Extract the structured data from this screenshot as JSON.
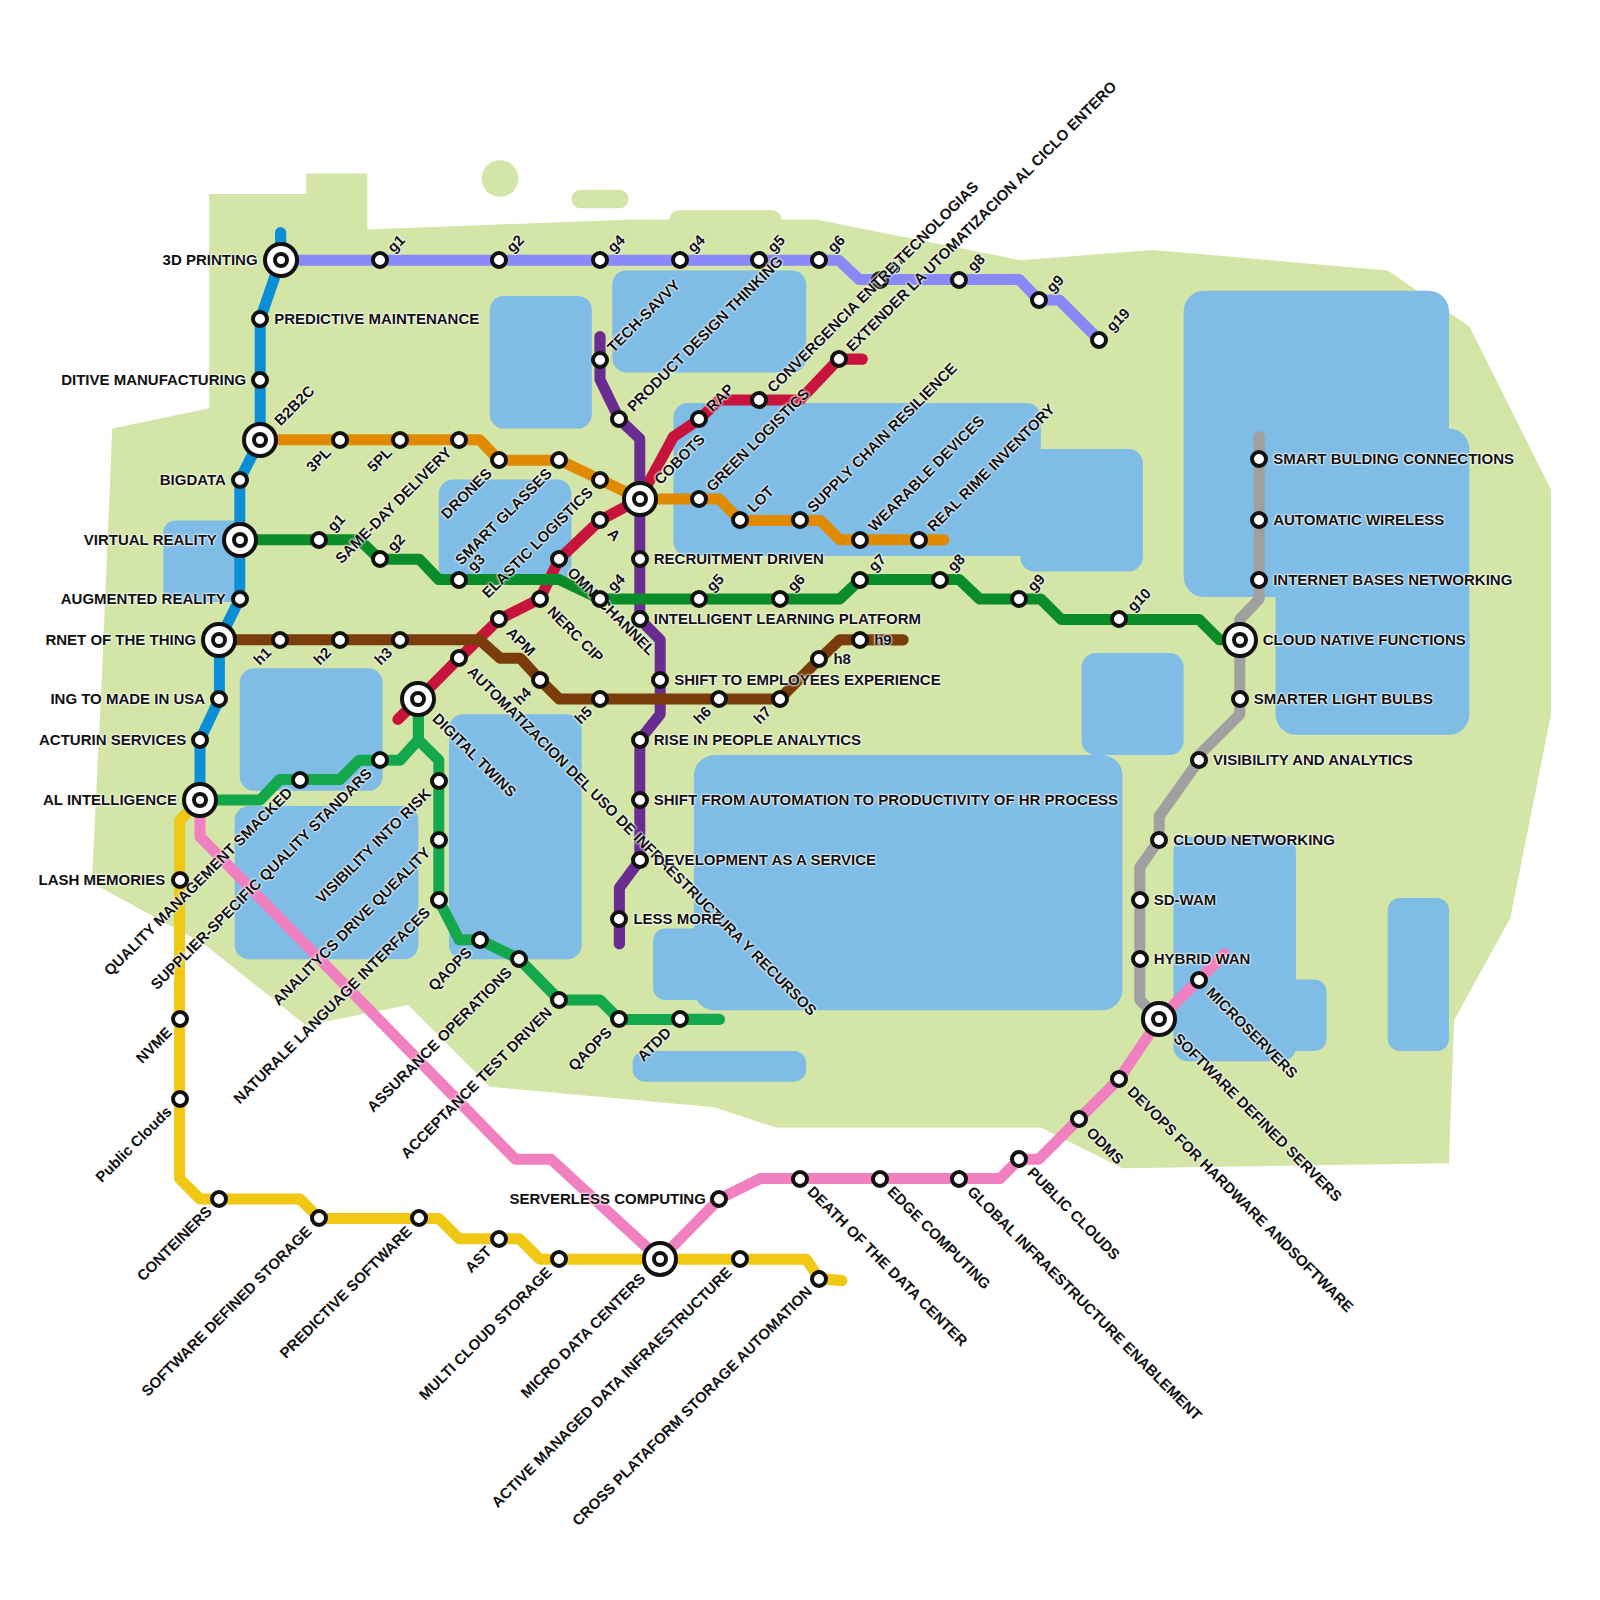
{
  "diagram": {
    "nodes": [
      {
        "text": [
          "3D PRINTING"
        ]
      },
      {
        "text": [
          "PREDICTIVE MAINTENANCE"
        ]
      },
      {
        "text": [
          "DITIVE MANUFACTURING"
        ]
      },
      {
        "text": [
          "B2B2C"
        ]
      },
      {
        "text": [
          "BIGDATA"
        ]
      },
      {
        "text": [
          "VIRTUAL REALITY"
        ]
      },
      {
        "text": [
          "AUGMENTED REALITY"
        ]
      },
      {
        "text": [
          "RNET OF THE THING"
        ]
      },
      {
        "text": [
          "ING TO MADE IN USA"
        ]
      },
      {
        "text": [
          "ACTURIN SERVICES"
        ]
      },
      {
        "text": [
          "AL INTELLIGENCE"
        ]
      },
      {
        "text": [
          "g1"
        ]
      },
      {
        "text": [
          "g2"
        ]
      },
      {
        "text": [
          "g4"
        ]
      },
      {
        "text": [
          "g4"
        ]
      },
      {
        "text": [
          "g5"
        ]
      },
      {
        "text": [
          "g6"
        ]
      },
      {
        "text": [
          "g7"
        ]
      },
      {
        "text": [
          "g8"
        ]
      },
      {
        "text": [
          "g9"
        ]
      },
      {
        "text": [
          "g19"
        ]
      },
      {
        "text": [
          "3PL"
        ]
      },
      {
        "text": [
          "5PL"
        ]
      },
      {
        "text": [
          "SAME-DAY DELIVERY"
        ]
      },
      {
        "text": [
          "DRONES"
        ]
      },
      {
        "text": [
          "SMART GLASSES"
        ]
      },
      {
        "text": [
          "ELASTIC LOGISTICS"
        ]
      },
      {
        "text": [
          "COBOTS"
        ]
      },
      {
        "text": [
          "GREEN LOGISTICS"
        ]
      },
      {
        "text": [
          "LOT"
        ]
      },
      {
        "text": [
          "SUPPLY CHAIN RESILIENCE"
        ]
      },
      {
        "text": [
          "WEARABLE DEVICES"
        ]
      },
      {
        "text": [
          "REAL RIME INVENTORY"
        ]
      },
      {
        "text": [
          "DIGITAL TWINS"
        ]
      },
      {
        "text": [
          "AUTOMATIZACION DEL USO DE INFRAESTRUCTURA Y RECURSOS"
        ]
      },
      {
        "text": [
          "APM"
        ]
      },
      {
        "text": [
          "NERC CIP"
        ]
      },
      {
        "text": [
          "OMNI CHANNEL"
        ]
      },
      {
        "text": [
          "A"
        ]
      },
      {
        "text": [
          "RAP"
        ]
      },
      {
        "text": [
          "CONVERGENCIA ENTRE TECNOLOGIAS"
        ]
      },
      {
        "text": [
          "EXTENDER LA UTOMATIZACION AL CICLO ENTERO"
        ]
      },
      {
        "text": [
          "TECH-SAVVY"
        ]
      },
      {
        "text": [
          "PRODUCT DESIGN THINKING"
        ]
      },
      {
        "text": [
          "RECRUITMENT DRIVEN"
        ]
      },
      {
        "text": [
          "INTELLIGENT LEARNING PLATFORM"
        ]
      },
      {
        "text": [
          "SHIFT TO EMPLOYEES EXPERIENCE"
        ]
      },
      {
        "text": [
          "RISE IN PEOPLE ANALYTICS"
        ]
      },
      {
        "text": [
          "SHIFT FROM AUTOMATION TO PRODUCTIVITY OF HR PROCESS"
        ]
      },
      {
        "text": [
          "DEVELOPMENT AS A SERVICE"
        ]
      },
      {
        "text": [
          "LESS MORE"
        ]
      },
      {
        "text": [
          "g1"
        ]
      },
      {
        "text": [
          "g2"
        ]
      },
      {
        "text": [
          "g3"
        ]
      },
      {
        "text": [
          "g4"
        ]
      },
      {
        "text": [
          "g5"
        ]
      },
      {
        "text": [
          "g6"
        ]
      },
      {
        "text": [
          "g7"
        ]
      },
      {
        "text": [
          "g8"
        ]
      },
      {
        "text": [
          "g9"
        ]
      },
      {
        "text": [
          "g10"
        ]
      },
      {
        "text": [
          "CLOUD NATIVE FUNCTIONS"
        ]
      },
      {
        "text": [
          "h1"
        ]
      },
      {
        "text": [
          "h2"
        ]
      },
      {
        "text": [
          "h3"
        ]
      },
      {
        "text": [
          "h4"
        ]
      },
      {
        "text": [
          "h5"
        ]
      },
      {
        "text": [
          "h6"
        ]
      },
      {
        "text": [
          "h7"
        ]
      },
      {
        "text": [
          "h8"
        ]
      },
      {
        "text": [
          "h9"
        ]
      },
      {
        "text": [
          "QUALITY MANAGEMENT SMACKED"
        ]
      },
      {
        "text": [
          "SUPPLIER-SPECIFIC QUALITY STANDARS"
        ]
      },
      {
        "text": [
          "VISIBILITY INTO RISK"
        ]
      },
      {
        "text": [
          "ANALITYCS DRIVE QUEALITY"
        ]
      },
      {
        "text": [
          "NATURALE LANGUAGE INTERFACES"
        ]
      },
      {
        "text": [
          "QAOPS"
        ]
      },
      {
        "text": [
          "ASSURANCE OPERATIONS"
        ]
      },
      {
        "text": [
          "ACCEPTANCE TEST DRIVEN"
        ]
      },
      {
        "text": [
          "QAOPS"
        ]
      },
      {
        "text": [
          "ATDD"
        ]
      },
      {
        "text": [
          "LASH MEMORIES"
        ]
      },
      {
        "text": [
          "NVME"
        ]
      },
      {
        "text": [
          "Public Clouds"
        ]
      },
      {
        "text": [
          "CONTEINERS"
        ]
      },
      {
        "text": [
          "SOFTWARE DEFINED STORAGE"
        ]
      },
      {
        "text": [
          "PREDICTIVE SOFTWARE"
        ]
      },
      {
        "text": [
          "AST"
        ]
      },
      {
        "text": [
          "MULTI CLOUD STORAGE"
        ]
      },
      {
        "text": [
          "MICRO DATA CENTERS"
        ]
      },
      {
        "text": [
          "ACTIVE MANAGED DATA INFRAESTRUCTURE"
        ]
      },
      {
        "text": [
          "CROSS PLATAFORM STORAGE AUTOMATION"
        ]
      },
      {
        "text": [
          "SERVERLESS COMPUTING"
        ]
      },
      {
        "text": [
          "DEATH OF THE DATA CENTER"
        ]
      },
      {
        "text": [
          "EDGE COMPUTING"
        ]
      },
      {
        "text": [
          "GLOBAL INFRAESTRUCTURE ENABLEMENT"
        ]
      },
      {
        "text": [
          "PUBLIC CLOUDS"
        ]
      },
      {
        "text": [
          "ODMS"
        ]
      },
      {
        "text": [
          "DEVOPS FOR HARDWARE ANDSOFTWARE"
        ]
      },
      {
        "text": [
          "SOFTWARE DEFINED SERVERS"
        ]
      },
      {
        "text": [
          "MICROSERVERS"
        ]
      },
      {
        "text": [
          "SMART BULDING CONNECTIONS"
        ]
      },
      {
        "text": [
          "AUTOMATIC WIRELESS"
        ]
      },
      {
        "text": [
          "INTERNET BASES NETWORKING"
        ]
      },
      {
        "text": [
          "SMARTER LIGHT BULBS"
        ]
      },
      {
        "text": [
          "VISIBILITY AND ANALYTICS"
        ]
      },
      {
        "text": [
          "CLOUD NETWORKING"
        ]
      },
      {
        "text": [
          "SD-WAM"
        ]
      },
      {
        "text": [
          "HYBRID WAN"
        ]
      }
    ],
    "edges": [
      {
        "from": 0,
        "to": 1,
        "arrow": "none"
      },
      {
        "from": 1,
        "to": 2,
        "arrow": "none"
      },
      {
        "from": 2,
        "to": 3,
        "arrow": "none"
      },
      {
        "from": 3,
        "to": 4,
        "arrow": "none"
      },
      {
        "from": 4,
        "to": 5,
        "arrow": "none"
      },
      {
        "from": 5,
        "to": 6,
        "arrow": "none"
      },
      {
        "from": 6,
        "to": 7,
        "arrow": "none"
      },
      {
        "from": 7,
        "to": 8,
        "arrow": "none"
      },
      {
        "from": 8,
        "to": 9,
        "arrow": "none"
      },
      {
        "from": 9,
        "to": 10,
        "arrow": "none"
      },
      {
        "from": 0,
        "to": 11,
        "arrow": "none"
      },
      {
        "from": 11,
        "to": 12,
        "arrow": "none"
      },
      {
        "from": 12,
        "to": 13,
        "arrow": "none"
      },
      {
        "from": 13,
        "to": 14,
        "arrow": "none"
      },
      {
        "from": 14,
        "to": 15,
        "arrow": "none"
      },
      {
        "from": 15,
        "to": 16,
        "arrow": "none"
      },
      {
        "from": 16,
        "to": 17,
        "arrow": "none"
      },
      {
        "from": 17,
        "to": 18,
        "arrow": "none"
      },
      {
        "from": 18,
        "to": 19,
        "arrow": "none"
      },
      {
        "from": 19,
        "to": 20,
        "arrow": "none"
      },
      {
        "from": 3,
        "to": 21,
        "arrow": "none"
      },
      {
        "from": 21,
        "to": 22,
        "arrow": "none"
      },
      {
        "from": 22,
        "to": 23,
        "arrow": "none"
      },
      {
        "from": 23,
        "to": 24,
        "arrow": "none"
      },
      {
        "from": 24,
        "to": 25,
        "arrow": "none"
      },
      {
        "from": 25,
        "to": 26,
        "arrow": "none"
      },
      {
        "from": 26,
        "to": 27,
        "arrow": "none"
      },
      {
        "from": 27,
        "to": 28,
        "arrow": "none"
      },
      {
        "from": 28,
        "to": 29,
        "arrow": "none"
      },
      {
        "from": 29,
        "to": 30,
        "arrow": "none"
      },
      {
        "from": 30,
        "to": 31,
        "arrow": "none"
      },
      {
        "from": 31,
        "to": 32,
        "arrow": "none"
      },
      {
        "from": 33,
        "to": 34,
        "arrow": "none"
      },
      {
        "from": 34,
        "to": 35,
        "arrow": "none"
      },
      {
        "from": 35,
        "to": 36,
        "arrow": "none"
      },
      {
        "from": 36,
        "to": 37,
        "arrow": "none"
      },
      {
        "from": 37,
        "to": 38,
        "arrow": "none"
      },
      {
        "from": 38,
        "to": 27,
        "arrow": "none"
      },
      {
        "from": 27,
        "to": 39,
        "arrow": "none"
      },
      {
        "from": 39,
        "to": 40,
        "arrow": "none"
      },
      {
        "from": 40,
        "to": 41,
        "arrow": "none"
      },
      {
        "from": 42,
        "to": 43,
        "arrow": "none"
      },
      {
        "from": 43,
        "to": 27,
        "arrow": "none"
      },
      {
        "from": 27,
        "to": 44,
        "arrow": "none"
      },
      {
        "from": 44,
        "to": 45,
        "arrow": "none"
      },
      {
        "from": 45,
        "to": 46,
        "arrow": "none"
      },
      {
        "from": 46,
        "to": 47,
        "arrow": "none"
      },
      {
        "from": 47,
        "to": 48,
        "arrow": "none"
      },
      {
        "from": 48,
        "to": 49,
        "arrow": "none"
      },
      {
        "from": 49,
        "to": 50,
        "arrow": "none"
      },
      {
        "from": 5,
        "to": 51,
        "arrow": "none"
      },
      {
        "from": 51,
        "to": 52,
        "arrow": "none"
      },
      {
        "from": 52,
        "to": 53,
        "arrow": "none"
      },
      {
        "from": 53,
        "to": 54,
        "arrow": "none"
      },
      {
        "from": 54,
        "to": 55,
        "arrow": "none"
      },
      {
        "from": 55,
        "to": 56,
        "arrow": "none"
      },
      {
        "from": 56,
        "to": 57,
        "arrow": "none"
      },
      {
        "from": 57,
        "to": 58,
        "arrow": "none"
      },
      {
        "from": 58,
        "to": 59,
        "arrow": "none"
      },
      {
        "from": 59,
        "to": 60,
        "arrow": "none"
      },
      {
        "from": 60,
        "to": 61,
        "arrow": "none"
      },
      {
        "from": 7,
        "to": 62,
        "arrow": "none"
      },
      {
        "from": 62,
        "to": 63,
        "arrow": "none"
      },
      {
        "from": 63,
        "to": 64,
        "arrow": "none"
      },
      {
        "from": 64,
        "to": 65,
        "arrow": "none"
      },
      {
        "from": 65,
        "to": 66,
        "arrow": "none"
      },
      {
        "from": 66,
        "to": 67,
        "arrow": "none"
      },
      {
        "from": 67,
        "to": 68,
        "arrow": "none"
      },
      {
        "from": 68,
        "to": 69,
        "arrow": "none"
      },
      {
        "from": 69,
        "to": 70,
        "arrow": "none"
      },
      {
        "from": 10,
        "to": 71,
        "arrow": "none"
      },
      {
        "from": 71,
        "to": 72,
        "arrow": "none"
      },
      {
        "from": 72,
        "to": 33,
        "arrow": "none"
      },
      {
        "from": 33,
        "to": 73,
        "arrow": "none"
      },
      {
        "from": 73,
        "to": 74,
        "arrow": "none"
      },
      {
        "from": 74,
        "to": 75,
        "arrow": "none"
      },
      {
        "from": 75,
        "to": 76,
        "arrow": "none"
      },
      {
        "from": 76,
        "to": 77,
        "arrow": "none"
      },
      {
        "from": 77,
        "to": 78,
        "arrow": "none"
      },
      {
        "from": 78,
        "to": 79,
        "arrow": "none"
      },
      {
        "from": 79,
        "to": 80,
        "arrow": "none"
      },
      {
        "from": 10,
        "to": 81,
        "arrow": "none"
      },
      {
        "from": 81,
        "to": 82,
        "arrow": "none"
      },
      {
        "from": 82,
        "to": 83,
        "arrow": "none"
      },
      {
        "from": 83,
        "to": 84,
        "arrow": "none"
      },
      {
        "from": 84,
        "to": 85,
        "arrow": "none"
      },
      {
        "from": 85,
        "to": 86,
        "arrow": "none"
      },
      {
        "from": 86,
        "to": 87,
        "arrow": "none"
      },
      {
        "from": 87,
        "to": 88,
        "arrow": "none"
      },
      {
        "from": 88,
        "to": 89,
        "arrow": "none"
      },
      {
        "from": 89,
        "to": 90,
        "arrow": "none"
      },
      {
        "from": 90,
        "to": 91,
        "arrow": "none"
      },
      {
        "from": 10,
        "to": 89,
        "arrow": "none"
      },
      {
        "from": 89,
        "to": 92,
        "arrow": "none"
      },
      {
        "from": 92,
        "to": 93,
        "arrow": "none"
      },
      {
        "from": 93,
        "to": 94,
        "arrow": "none"
      },
      {
        "from": 94,
        "to": 95,
        "arrow": "none"
      },
      {
        "from": 95,
        "to": 96,
        "arrow": "none"
      },
      {
        "from": 96,
        "to": 97,
        "arrow": "none"
      },
      {
        "from": 97,
        "to": 98,
        "arrow": "none"
      },
      {
        "from": 98,
        "to": 99,
        "arrow": "none"
      },
      {
        "from": 99,
        "to": 100,
        "arrow": "none"
      },
      {
        "from": 101,
        "to": 102,
        "arrow": "none"
      },
      {
        "from": 102,
        "to": 103,
        "arrow": "none"
      },
      {
        "from": 103,
        "to": 61,
        "arrow": "none"
      },
      {
        "from": 61,
        "to": 104,
        "arrow": "none"
      },
      {
        "from": 104,
        "to": 105,
        "arrow": "none"
      },
      {
        "from": 105,
        "to": 106,
        "arrow": "none"
      },
      {
        "from": 106,
        "to": 107,
        "arrow": "none"
      },
      {
        "from": 107,
        "to": 108,
        "arrow": "none"
      },
      {
        "from": 108,
        "to": 99,
        "arrow": "none"
      }
    ]
  }
}
